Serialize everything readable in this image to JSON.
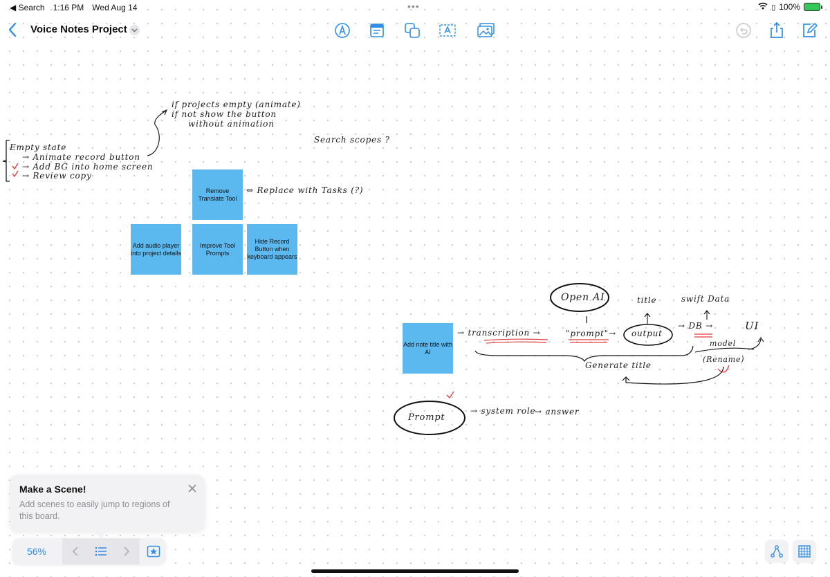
{
  "status_bar": {
    "back_app": "◀ Search",
    "time": "1:16 PM",
    "date": "Wed Aug 14",
    "battery": "100%"
  },
  "header": {
    "title": "Voice Notes Project"
  },
  "stickies": [
    {
      "text": "Remove Translate Tool"
    },
    {
      "text": "Add audio player into project details"
    },
    {
      "text": "Improve Tool Prompts"
    },
    {
      "text": "Hide Record Button when keyboard appears"
    },
    {
      "text": "Add note title with AI"
    }
  ],
  "handwriting": {
    "if_projects": "if projects empty (animate)",
    "if_not": "if not show the button",
    "without": "without animation",
    "empty_state": "Empty state",
    "animate_record": "→ Animate record button",
    "add_bg": "→ Add BG into home screen",
    "review_copy": "→ Review copy",
    "search_scopes": "Search scopes ?",
    "replace_tasks": "⇔ Replace with Tasks (?)",
    "openai": "Open AI",
    "title": "title",
    "swiftdata": "swift Data",
    "transcription": "→ transcription →",
    "prompt_q": "\"prompt\"→",
    "output": "output",
    "db": "→ DB →",
    "ui": "UI",
    "model": "model",
    "rename": "(Rename)",
    "generate_title": "Generate title",
    "prompt": "Prompt",
    "system_role": "→ system role",
    "answer": "→ answer"
  },
  "scene_popup": {
    "title": "Make a Scene!",
    "text": "Add scenes to easily jump to regions of this board."
  },
  "bottom_bar": {
    "zoom": "56%"
  },
  "colors": {
    "accent": "#2f8ee5",
    "sticky": "#5bb9f0",
    "ink": "#1b1b1b",
    "mark": "#e03b3b"
  }
}
